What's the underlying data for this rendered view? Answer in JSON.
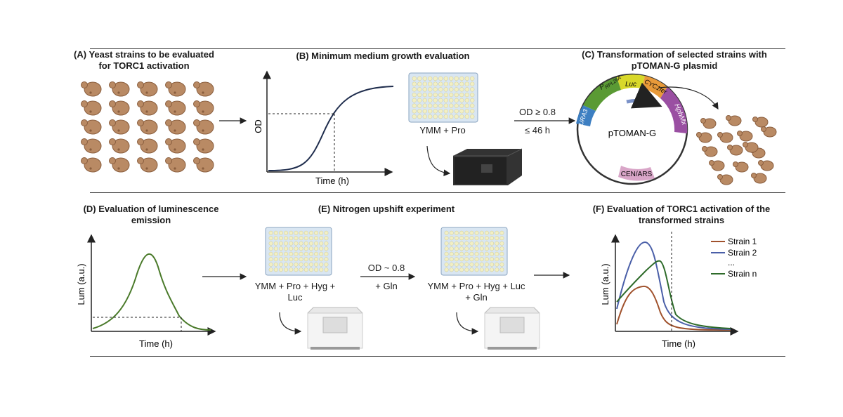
{
  "panels": {
    "a": {
      "title": "(A) Yeast strains to be evaluated for TORC1 activation"
    },
    "b": {
      "title": "(B) Minimum medium growth evaluation",
      "ylabel": "OD",
      "xlabel": "Time (h)",
      "plate_label": "YMM + Pro"
    },
    "arrow_bc": {
      "line1": "OD ≥ 0.8",
      "line2": "≤ 46 h"
    },
    "c": {
      "title": "(C) Transformation of selected strains with pTOMAN-G plasmid",
      "plasmid_name": "pTOMAN-G",
      "segments": {
        "promoter_main": "P",
        "promoter_sub": "RPL26A",
        "luc": "Luc",
        "cyc1ter": "CYC1ter",
        "hphmx": "HphMx",
        "ura3": "URA3",
        "cenars": "CEN/ARS"
      }
    },
    "d": {
      "title": "(D) Evaluation of luminescence emission",
      "ylabel": "Lum (a.u.)",
      "xlabel": "Time (h)"
    },
    "e": {
      "title": "(E) Nitrogen upshift experiment",
      "plate1_label": "YMM + Pro + Hyg + Luc",
      "arrow_line1": "OD ~ 0.8",
      "arrow_line2": "+ Gln",
      "plate2_label": "YMM + Pro + Hyg + Luc + Gln"
    },
    "f": {
      "title": "(F) Evaluation of TORC1 activation of the transformed strains",
      "ylabel": "Lum (a.u.)",
      "xlabel": "Time (h)",
      "legend": [
        {
          "label": "Strain 1",
          "color": "#a0522d"
        },
        {
          "label": "Strain 2",
          "color": "#4a5fa8"
        },
        {
          "label": "...",
          "color": ""
        },
        {
          "label": "Strain n",
          "color": "#2e6b2a"
        }
      ]
    }
  },
  "colors": {
    "yeast": "#b98a64",
    "yeast_dark": "#8a5e3e",
    "curve_b": "#1f2d4d",
    "curve_d": "#4a7a2a",
    "plate_bg": "#d9e6f2",
    "plate_well": "#f2efc4",
    "ura3": "#3d7fc2",
    "promoter": "#5a9a34",
    "luc": "#d8d82a",
    "cyc1ter": "#e89a3a",
    "hphmx": "#9a4fa2",
    "cenars": "#d9a6c8"
  }
}
